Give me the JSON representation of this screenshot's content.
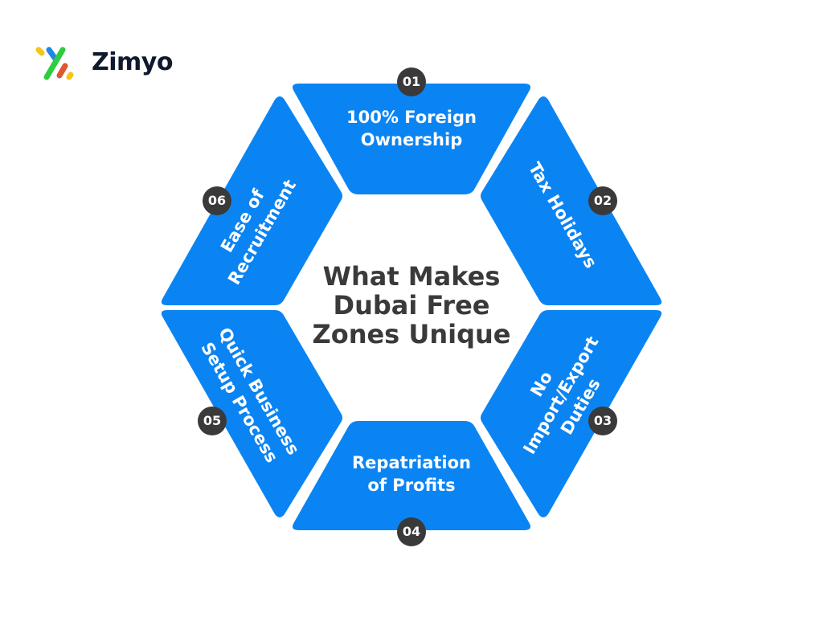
{
  "brand": {
    "name": "Zimyo",
    "logo_colors": [
      "#f5c518",
      "#1e88e5",
      "#2ecc40",
      "#e0562e",
      "#f5c518"
    ]
  },
  "center": {
    "title_line1": "What Makes",
    "title_line2": "Dubai Free",
    "title_line3": "Zones Unique"
  },
  "colors": {
    "segment": "#0b84f3",
    "badge": "#3a3a3a",
    "title": "#3a3a3a"
  },
  "segments": [
    {
      "number": "01",
      "line1": "100% Foreign",
      "line2": "Ownership"
    },
    {
      "number": "02",
      "line1": "Tax Holidays",
      "line2": ""
    },
    {
      "number": "03",
      "line1": "No",
      "line2": "Import/Export",
      "line3": "Duties"
    },
    {
      "number": "04",
      "line1": "Repatriation",
      "line2": "of Profits"
    },
    {
      "number": "05",
      "line1": "Quick Business",
      "line2": "Setup Process"
    },
    {
      "number": "06",
      "line1": "Ease of",
      "line2": "Recruitment"
    }
  ]
}
